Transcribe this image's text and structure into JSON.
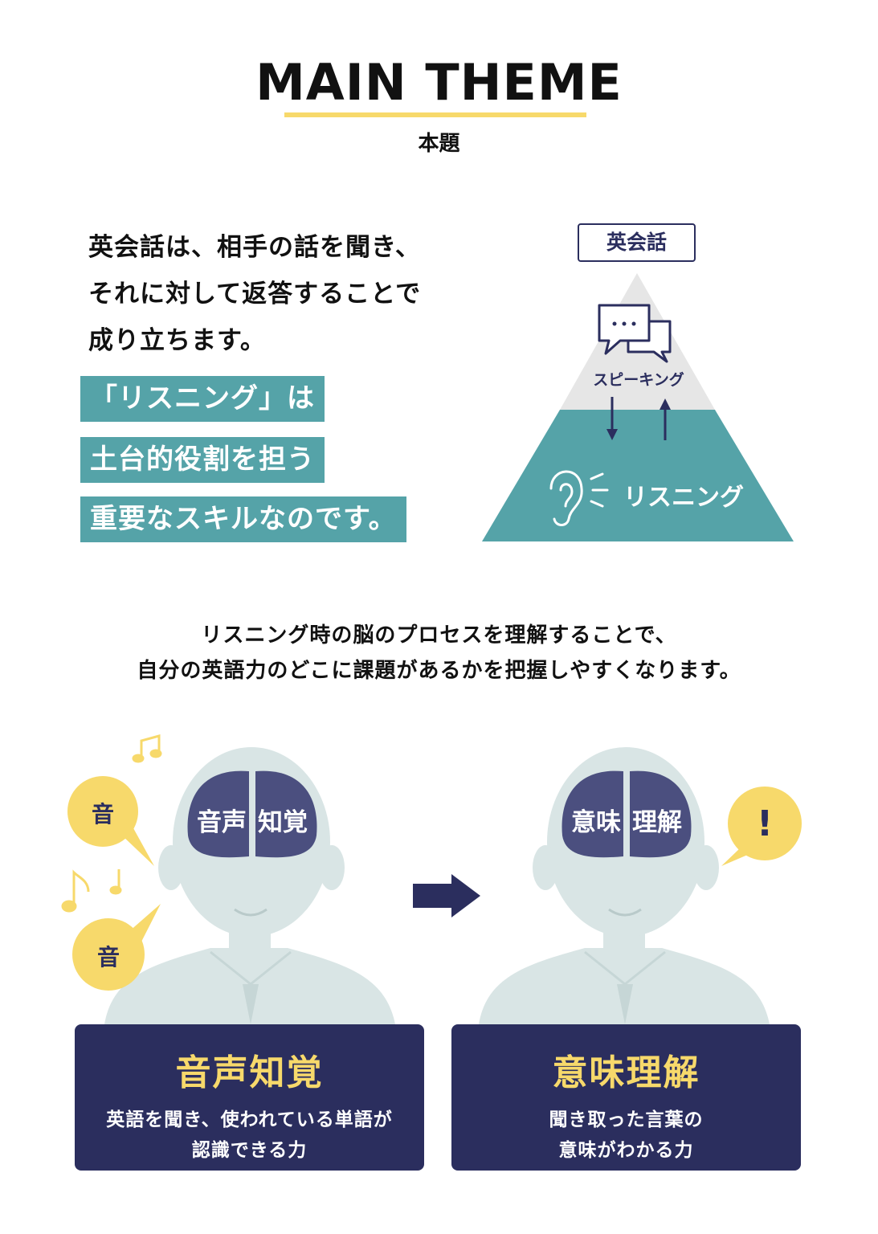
{
  "header": {
    "title": "MAIN THEME",
    "subtitle": "本題"
  },
  "intro": {
    "lines": [
      "英会話は、相手の話を聞き、",
      "それに対して返答することで",
      "成り立ちます。"
    ],
    "highlights": [
      "「リスニング」は",
      "土台的役割を担う",
      "重要なスキルなのです。"
    ]
  },
  "pyramid": {
    "top_label": "英会話",
    "speaking": "スピーキング",
    "listening": "リスニング",
    "icons": [
      "speech-bubbles-icon",
      "arrow-down-icon",
      "arrow-up-icon",
      "ear-icon"
    ]
  },
  "description": {
    "lines": [
      "リスニング時の脳のプロセスを理解することで、",
      "自分の英語力のどこに課題があるかを把握しやすくなります。"
    ]
  },
  "process": {
    "left": {
      "brain_left": "音声",
      "brain_right": "知覚",
      "bubbles": [
        "音",
        "音"
      ],
      "card_title": "音声知覚",
      "card_desc": [
        "英語を聞き、使われている単語が",
        "認識できる力"
      ]
    },
    "right": {
      "brain_left": "意味",
      "brain_right": "理解",
      "bubble": "!",
      "card_title": "意味理解",
      "card_desc": [
        "聞き取った言葉の",
        "意味がわかる力"
      ]
    }
  },
  "colors": {
    "navy": "#2b2e5e",
    "teal": "#55a3a8",
    "yellow": "#f7d96b",
    "gray": "#e6e6e6",
    "silhouette": "#d9e5e5"
  }
}
